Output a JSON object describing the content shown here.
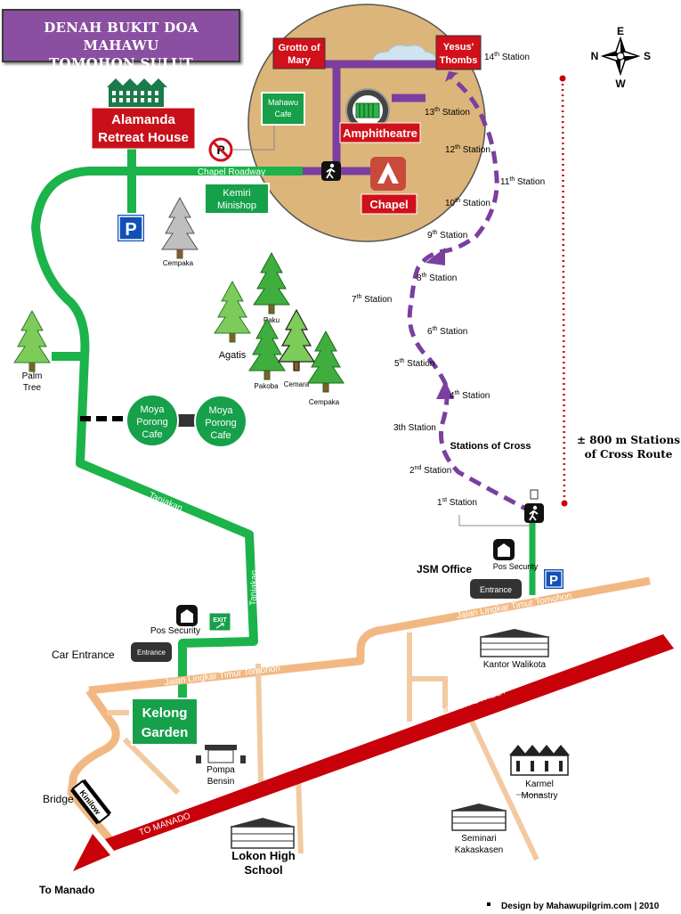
{
  "title": {
    "line1": "DENAH BUKIT DOA MAHAWU",
    "line2": "TOMOHON SULUT"
  },
  "compass": {
    "top": "E",
    "left": "N",
    "right": "S",
    "bottom": "W"
  },
  "places": {
    "grotto_line1": "Grotto of",
    "grotto_line2": "Mary",
    "yesus_line1": "Yesus'",
    "yesus_line2": "Thombs",
    "mahawu_cafe_line1": "Mahawu",
    "mahawu_cafe_line2": "Cafe",
    "amphitheatre": "Amphitheatre",
    "chapel": "Chapel",
    "alamanda_line1": "Alamanda",
    "alamanda_line2": "Retreat House",
    "chapel_roadway": "Chapel Roadway",
    "kemiri_line1": "Kemiri",
    "kemiri_line2": "Minishop",
    "moya1_line1": "Moya",
    "moya1_line2": "Porong",
    "moya1_line3": "Cafe",
    "moya2_line1": "Moya",
    "moya2_line2": "Porong",
    "moya2_line3": "Cafe",
    "kelong_line1": "Kelong",
    "kelong_line2": "Garden",
    "jsm_office": "JSM Office",
    "pos_security_top": "Pos Security",
    "pos_security_left": "Pos Security",
    "entrance_right": "Entrance",
    "entrance_left": "Entrance",
    "car_entrance": "Car Entrance",
    "kantor_walikota": "Kantor Walikota",
    "karmel_line1": "Karmel",
    "karmel_line2": "Monastry",
    "seminari_line1": "Seminari",
    "seminari_line2": "Kakaskasen",
    "lokon_line1": "Lokon High",
    "lokon_line2": "School",
    "pompa_line1": "Pompa",
    "pompa_line2": "Bensin",
    "bridge": "Bridge",
    "kinilow": "Kinilow",
    "to_manado_road": "TO MANADO",
    "to_manado": "To Manado",
    "tomohon_street": "TOMOHON STREET",
    "jalan_top": "Jalan Lingkar Timur Tomohon",
    "jalan_left": "Jalan Lingkar Timur Tomohon",
    "tanjakan1": "Tanjakan",
    "tanjakan2": "Tanjakan",
    "exit": "EXIT",
    "parking": "P",
    "stations_of_cross": "Stations of Cross",
    "route_line1": "± 800 m  Stations",
    "route_line2": "of Cross Route",
    "footer": "Design by Mahawupilgrim.com | 2010"
  },
  "trees": {
    "cempaka_top": "Cempaka",
    "palm_line1": "Palm",
    "palm_line2": "Tree",
    "paku": "Paku",
    "agatis": "Agatis",
    "pakoba": "Pakoba",
    "cemara": "Cemara",
    "cempaka_bottom": "Cempaka"
  },
  "stations": [
    {
      "num": "14",
      "sup": "th",
      "text": " Station"
    },
    {
      "num": "13",
      "sup": "th",
      "text": " Station"
    },
    {
      "num": "12",
      "sup": "th",
      "text": " Station"
    },
    {
      "num": "11",
      "sup": "th",
      "text": " Station"
    },
    {
      "num": "10",
      "sup": "th",
      "text": " Station"
    },
    {
      "num": "9",
      "sup": "th",
      "text": " Station"
    },
    {
      "num": "8",
      "sup": "th",
      "text": " Station"
    },
    {
      "num": "7",
      "sup": "th",
      "text": " Station"
    },
    {
      "num": "6",
      "sup": "th",
      "text": " Station"
    },
    {
      "num": "5",
      "sup": "th",
      "text": " Station"
    },
    {
      "num": "4",
      "sup": "th",
      "text": " Station"
    },
    {
      "num": "3th",
      "sup": "",
      "text": " Station"
    },
    {
      "num": "2",
      "sup": "nd",
      "text": " Station"
    },
    {
      "num": "1",
      "sup": "st",
      "text": " Station"
    }
  ],
  "colors": {
    "hill": "#dcb57a",
    "purple": "#7a3fa0",
    "green_road": "#1bb34a",
    "tan_road": "#f2b883",
    "main_road": "#c8000a",
    "sign_red": "#d0101a",
    "sign_green": "#16a04a",
    "tree_green": "#3fae3f"
  }
}
